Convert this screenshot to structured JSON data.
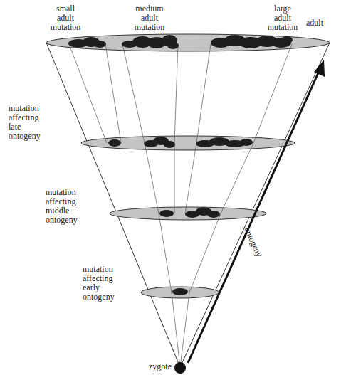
{
  "diagram": {
    "labels": [
      "small adult mutation",
      "medium adult mutation",
      "large adult mutation",
      "adult",
      "mutation affecting late ontogeny",
      "mutation affecting middle ontogeny",
      "mutation affecting early ontogeny",
      "zygote",
      "ontogeny"
    ]
  }
}
